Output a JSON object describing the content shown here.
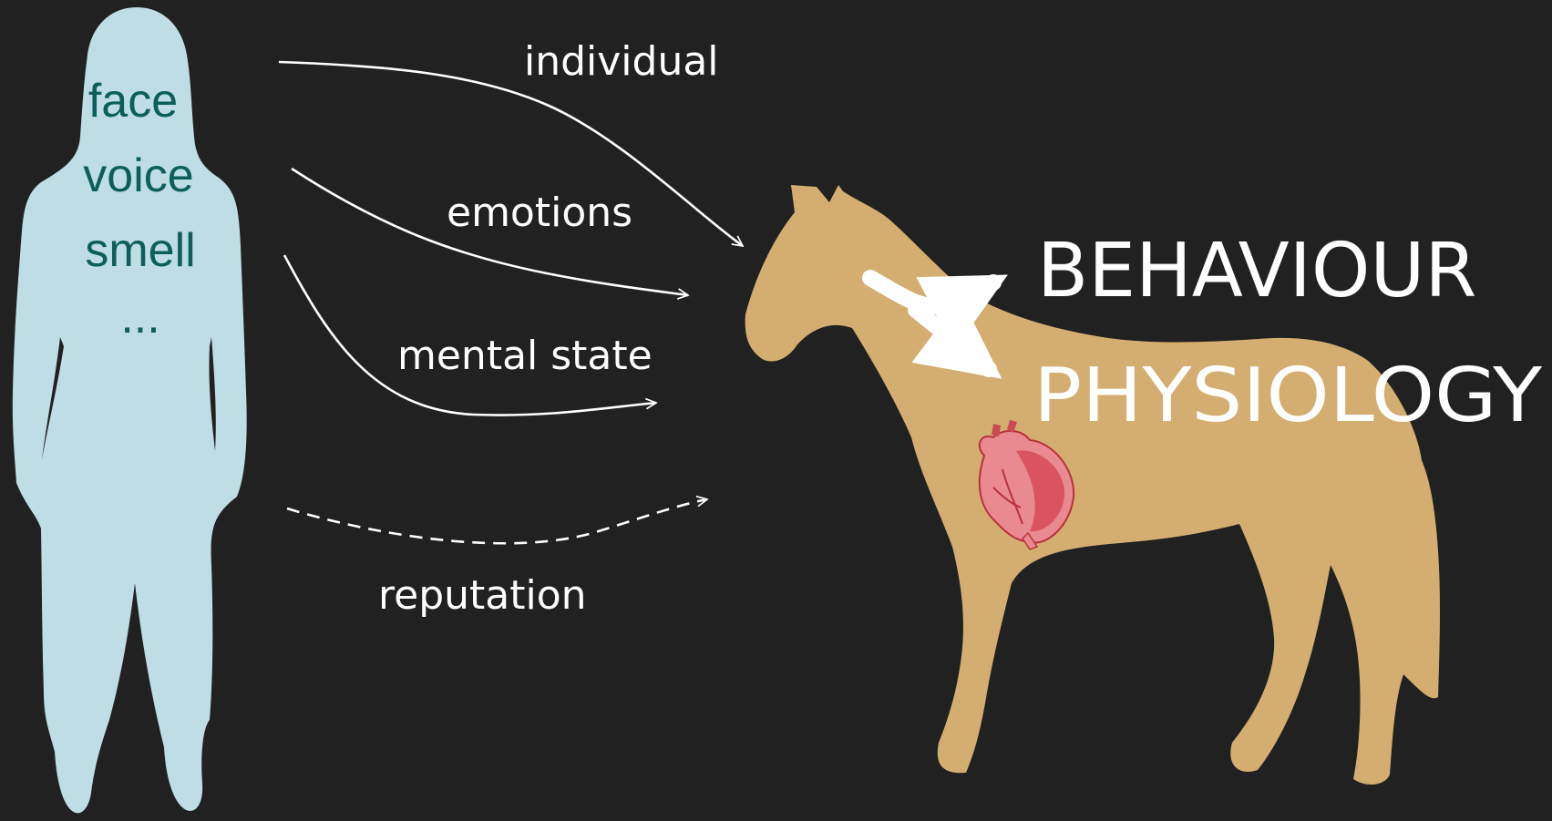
{
  "colors": {
    "background": "#212121",
    "human_silhouette": "#bfdde5",
    "trait_text": "#0d5f5b",
    "horse_silhouette": "#d4ae70",
    "arrows": "#ffffff",
    "heart": "#d9545e"
  },
  "human": {
    "traits": [
      "face",
      "voice",
      "smell",
      "..."
    ]
  },
  "channels": {
    "individual": "individual",
    "emotions": "emotions",
    "mental_state": "mental state",
    "reputation": "reputation"
  },
  "horse": {
    "responses": {
      "behaviour": "BEHAVIOUR",
      "physiology": "PHYSIOLOGY"
    },
    "heart_icon": "heart-icon"
  }
}
